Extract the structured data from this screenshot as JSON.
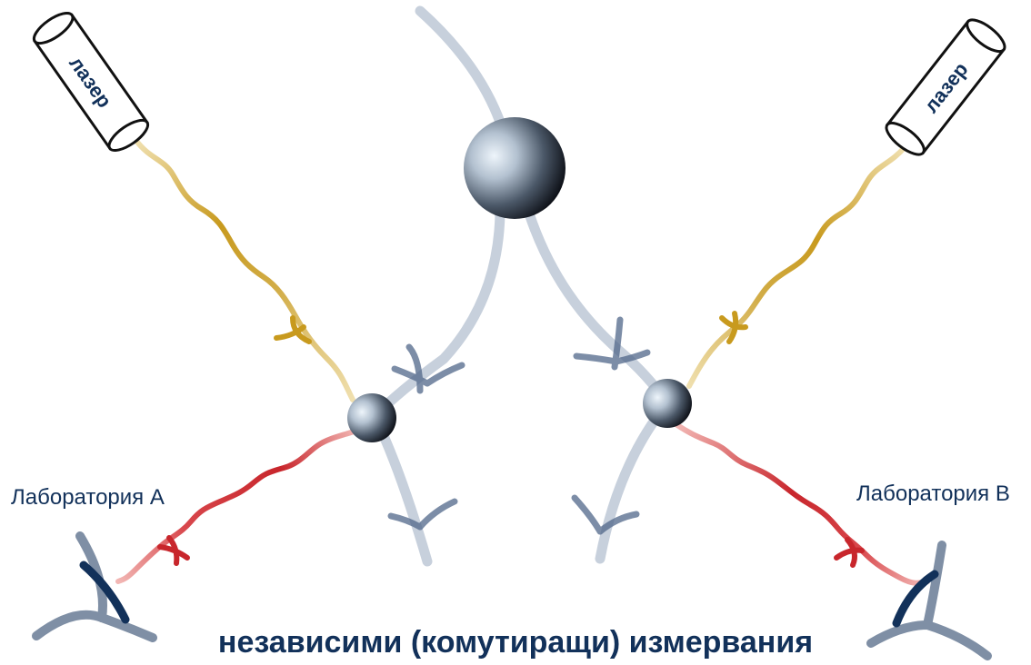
{
  "lasers": {
    "left_label": "лазер",
    "right_label": "лазер"
  },
  "labs": {
    "a_label": "Лаборатория А",
    "b_label": "Лаборатория В"
  },
  "caption": "независими (комутиращи) измервания",
  "colors": {
    "text": "#12315a",
    "worldline": "#c7d0dc",
    "worldline_dark": "#4f6682",
    "laser_light": "#ecd9a4",
    "laser_dark": "#c9a02a",
    "signal_light": "#eeb0ad",
    "signal_dark": "#c52a2f",
    "detector_dark": "#12315a",
    "detector_light": "#7f8fa5"
  },
  "icons": {
    "laser": "laser-tube-icon",
    "atom": "sphere-icon",
    "detector": "eye-detector-icon"
  }
}
